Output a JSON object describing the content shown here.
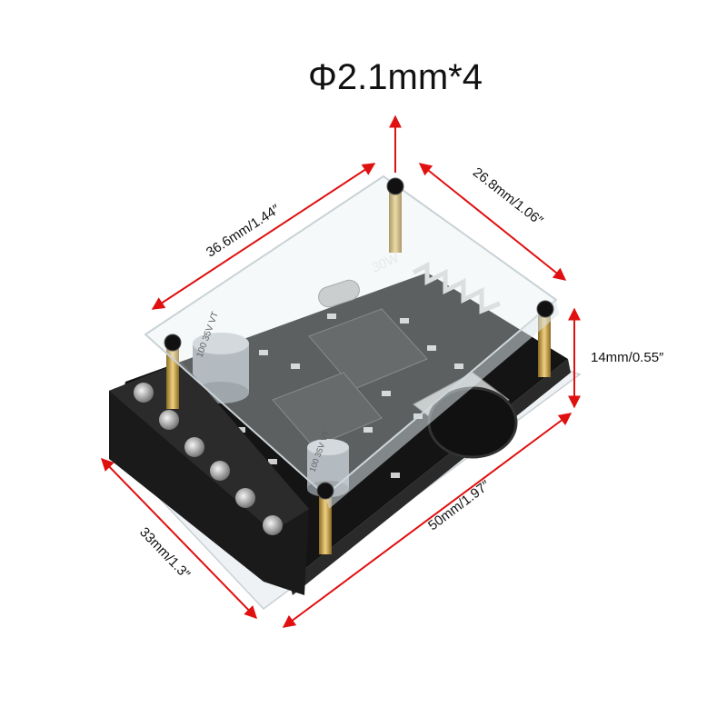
{
  "title": "Φ2.1mm*4",
  "dimensions": {
    "length_top": "36.6mm/1.44″",
    "width_top": "26.8mm/1.06″",
    "height": "14mm/0.55″",
    "length_bottom": "50mm/1.97″",
    "width_bottom": "33mm/1.3″"
  },
  "board": {
    "power_label": "30W",
    "capacitor_label_1": "100 35V VT",
    "capacitor_label_2": "100 35V VT"
  },
  "colors": {
    "arrow": "#e01010",
    "pcb": "#141414",
    "terminal": "#1a1a1a",
    "screw": "#c8c8c8",
    "standoff": "#d2a84a",
    "acrylic": "#eef2f4"
  }
}
